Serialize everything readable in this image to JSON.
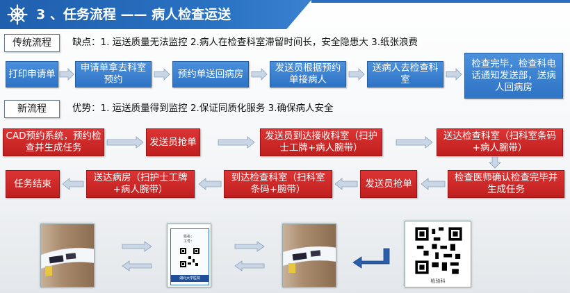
{
  "header": {
    "title": "3 、任务流程 —— 病人检查运送",
    "icon": "ship-wheel-icon"
  },
  "traditional": {
    "label": "传统流程",
    "drawbacks": "缺点：1. 运送质量无法监控 2.病人在检查科室滞留时间长，安全隐患大 3.纸张浪费",
    "steps": [
      "打印申请单",
      "申请单拿去科室预约",
      "预约单送回病房",
      "发送员根据预约单接病人",
      "送病人去检查科室",
      "检查完毕，检查科电话通知发送部，送病人回病房"
    ]
  },
  "new_flow": {
    "label": "新流程",
    "advantages": "优势：1. 运送质量得到监控 2.保证同质化服务 3.确保病人安全",
    "row1": [
      "CAD预约系统，预约检查并生成任务",
      "发送员抢单",
      "发送员到达接收科室（扫护士工牌+病人腕带）",
      "送达检查科室（扫科室条码+病人腕带）"
    ],
    "row2": [
      "任务结束",
      "送达病房（扫护士工牌+病人腕带）",
      "到达检查科室（扫科室条码+腕带）",
      "发送员抢单",
      "检查医师确认检查完毕并生成任务"
    ]
  },
  "photos": {
    "badge_name": "姓名：",
    "badge_id": "工号：",
    "badge_org": "湖北大学医院",
    "qr_caption": "检验科"
  },
  "colors": {
    "header_blue": "#2a6fbf",
    "step_blue": "#3a82d0",
    "step_red": "#d02828",
    "arrow_fill": "#c9d6e6"
  }
}
